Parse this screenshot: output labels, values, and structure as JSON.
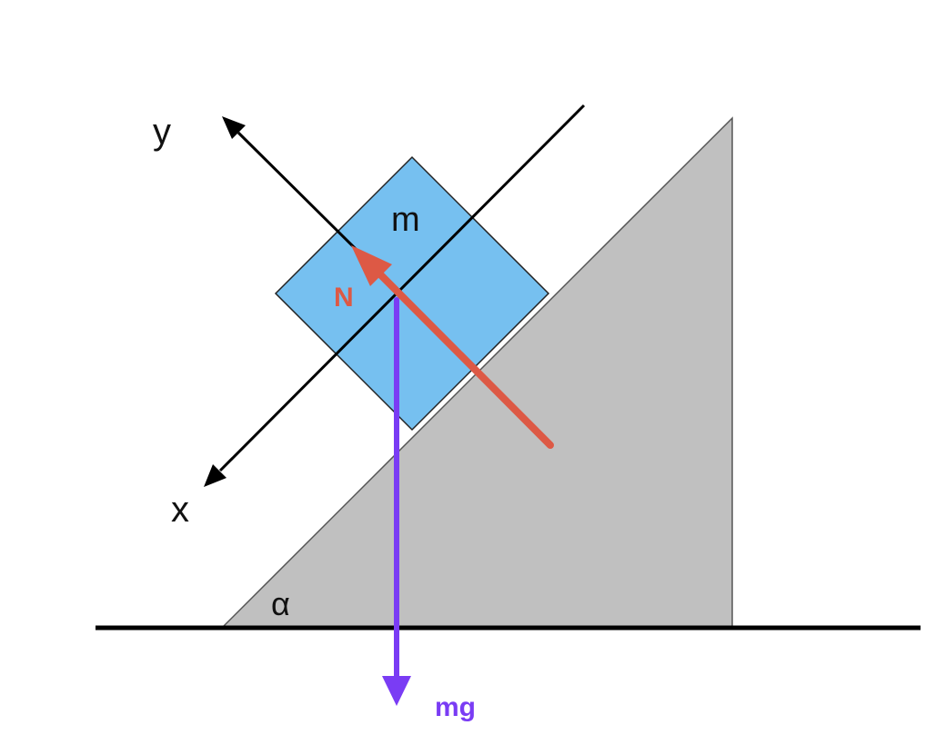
{
  "labels": {
    "y_axis": "y",
    "x_axis": "x",
    "mass": "m",
    "angle": "α",
    "normal_force": "N",
    "weight_force": "mg"
  },
  "colors": {
    "incline": "#c0c0c0",
    "block": "#76c0f0",
    "normal_force": "#dd5945",
    "weight_force": "#7a3cf4",
    "axes": "#000000"
  }
}
